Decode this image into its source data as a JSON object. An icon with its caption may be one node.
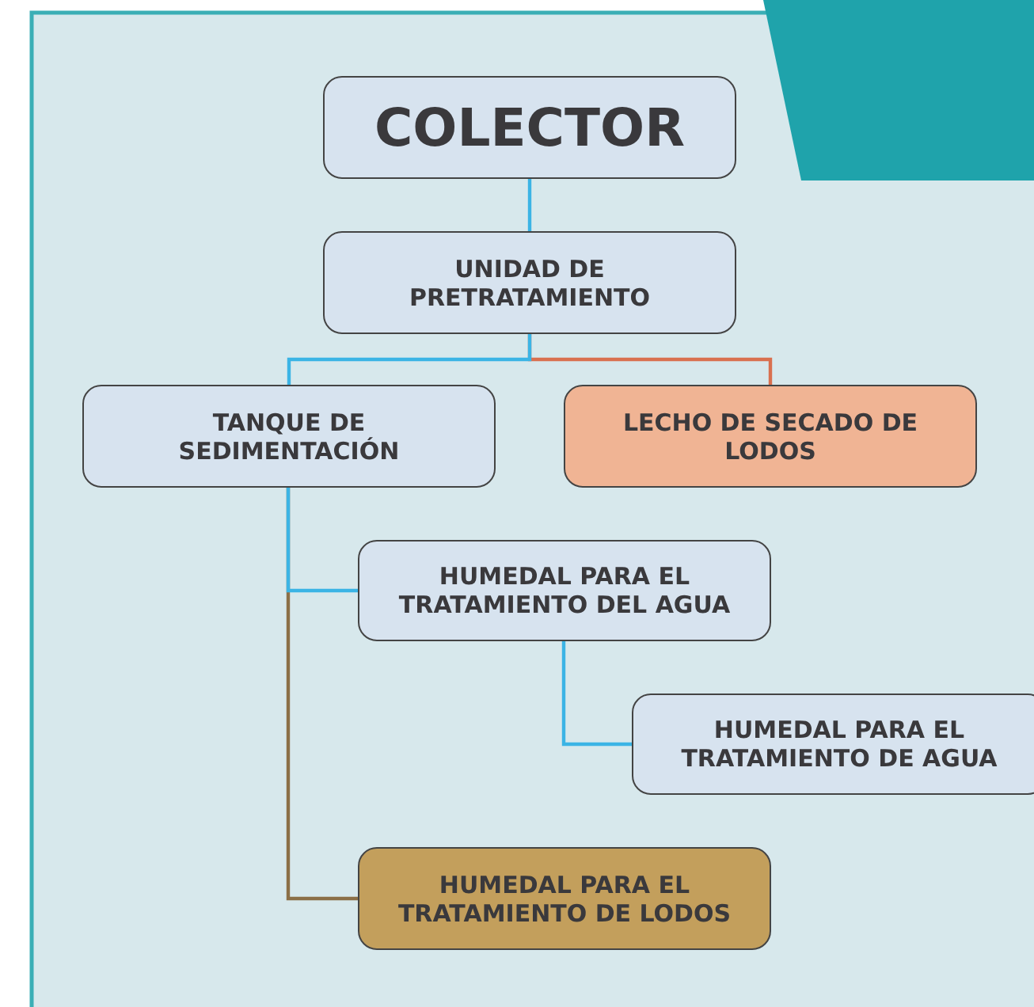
{
  "diagram": {
    "nodes": [
      {
        "text": [
          "COLECTOR"
        ]
      },
      {
        "text": [
          "UNIDAD DE PRETRATAMIENTO"
        ]
      },
      {
        "text": [
          "TANQUE DE SEDIMENTACIÓN"
        ]
      },
      {
        "text": [
          "LECHO DE SECADO DE LODOS"
        ]
      },
      {
        "text": [
          "HUMEDAL PARA EL TRATAMIENTO DEL AGUA"
        ]
      },
      {
        "text": [
          "HUMEDAL PARA EL TRATAMIENTO DE AGUA"
        ]
      },
      {
        "text": [
          "HUMEDAL PARA EL TRATAMIENTO DE LODOS"
        ]
      }
    ],
    "edges": [
      {
        "from": 0,
        "to": 1,
        "arrow": "none"
      },
      {
        "from": 1,
        "to": 2,
        "arrow": "none"
      },
      {
        "from": 1,
        "to": 3,
        "arrow": "none",
        "color": "#d9704f"
      },
      {
        "from": 2,
        "to": 6,
        "arrow": "none",
        "color": "#8b6f47"
      },
      {
        "from": 2,
        "to": 4,
        "arrow": "none"
      },
      {
        "from": 4,
        "to": 5,
        "arrow": "none"
      }
    ]
  }
}
